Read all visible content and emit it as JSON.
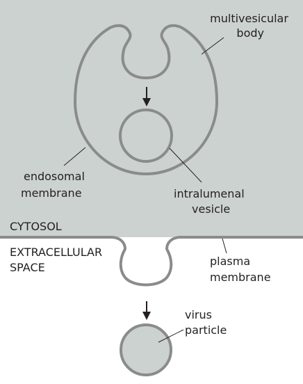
{
  "colors": {
    "cytosol": "#ccd2cf",
    "lumen": "#ffffff",
    "membrane": "#8a8c8b",
    "text": "#231f20"
  },
  "labels": {
    "multivesicular_body": [
      "multivesicular",
      "body"
    ],
    "endosomal_membrane": [
      "endosomal",
      "membrane"
    ],
    "intralumenal_vesicle": [
      "intralumenal",
      "vesicle"
    ],
    "cytosol": "CYTOSOL",
    "extracellular_space": [
      "EXTRACELLULAR",
      "SPACE"
    ],
    "plasma_membrane": [
      "plasma",
      "membrane"
    ],
    "virus_particle": [
      "virus",
      "particle"
    ]
  }
}
